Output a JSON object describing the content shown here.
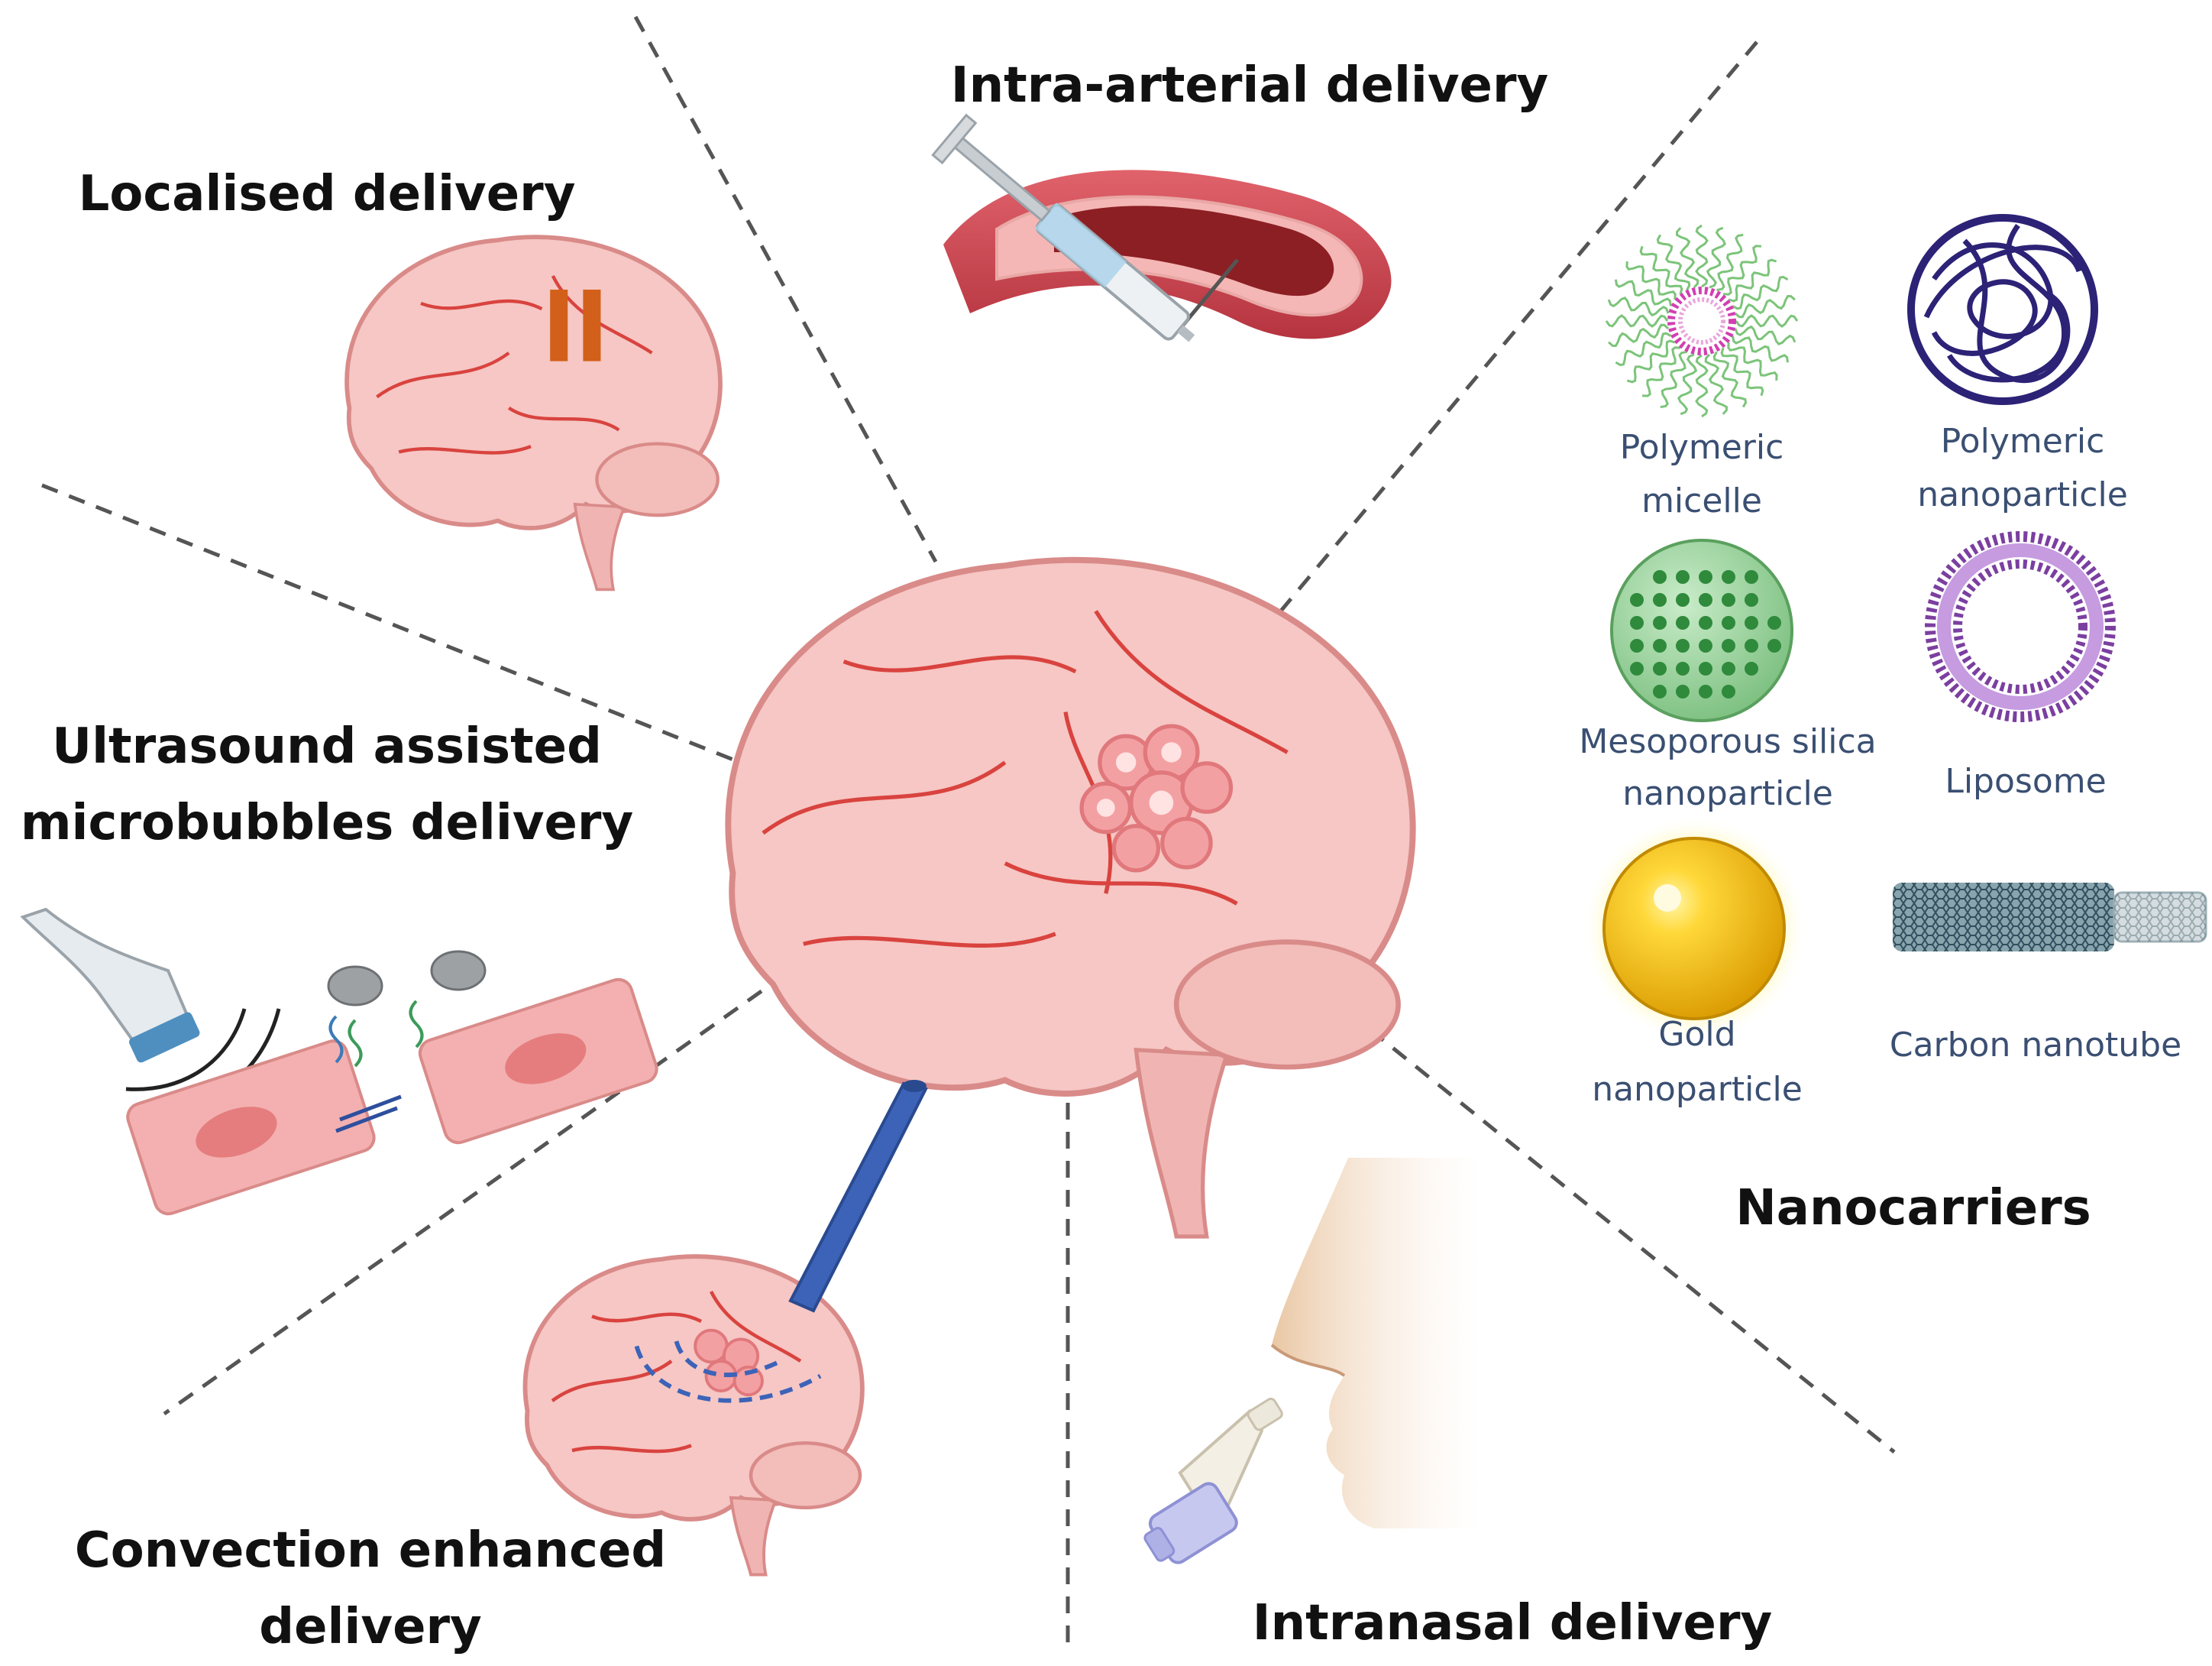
{
  "sections": {
    "localised": "Localised delivery",
    "intra_arterial": "Intra-arterial delivery",
    "ultrasound_line1": "Ultrasound assisted",
    "ultrasound_line2": "microbubbles delivery",
    "convection_line1": "Convection enhanced",
    "convection_line2": "delivery",
    "intranasal": "Intranasal delivery",
    "nanocarriers": "Nanocarriers"
  },
  "nanocarriers": {
    "micelle_line1": "Polymeric",
    "micelle_line2": "micelle",
    "polymeric_np_line1": "Polymeric",
    "polymeric_np_line2": "nanoparticle",
    "mesoporous_line1": "Mesoporous silica",
    "mesoporous_line2": "nanoparticle",
    "liposome": "Liposome",
    "gold_line1": "Gold",
    "gold_line2": "nanoparticle",
    "carbon": "Carbon nanotube"
  },
  "colors": {
    "brain_fill": "#f6c7c4",
    "brain_outline": "#d98b89",
    "vessel": "#d9433f",
    "tumor": "#f3a0a3",
    "implant": "#d2601a",
    "catheter": "#3c63b8",
    "label_text": "#3a4f72",
    "divider": "#555555"
  }
}
